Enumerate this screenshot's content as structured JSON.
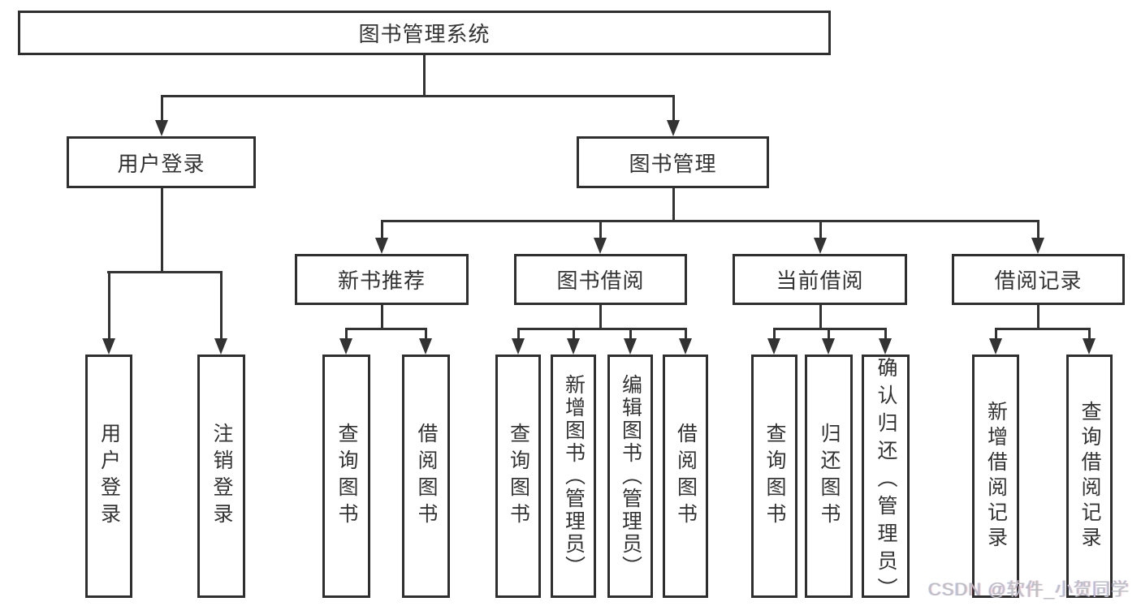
{
  "diagram": {
    "root": {
      "label": "图书管理系统"
    },
    "branches": {
      "user_login": {
        "label": "用户登录",
        "children": {
          "login": "用户登录",
          "logout": "注销登录"
        }
      },
      "book_management": {
        "label": "图书管理",
        "sections": {
          "new_book_recommend": {
            "label": "新书推荐",
            "children": {
              "query_book": "查询图书",
              "borrow_book": "借阅图书"
            }
          },
          "book_borrowing": {
            "label": "图书借阅",
            "children": {
              "query_book": "查询图书",
              "add_book": "新增图书（管理员）",
              "edit_book": "编辑图书（管理员）",
              "borrow_book": "借阅图书"
            }
          },
          "current_borrowing": {
            "label": "当前借阅",
            "children": {
              "query_book": "查询图书",
              "return_book": "归还图书",
              "confirm_return": "确认归还（管理员）"
            }
          },
          "borrowing_records": {
            "label": "借阅记录",
            "children": {
              "add_record": "新增借阅记录",
              "query_record": "查询借阅记录"
            }
          }
        }
      }
    }
  },
  "watermark": {
    "text": "CSDN @软件_小贺同学"
  },
  "colors": {
    "line": "#333333",
    "box_border": "#2f2f2f",
    "text": "#333333",
    "background": "#ffffff",
    "watermark": "#bcbfc4"
  }
}
